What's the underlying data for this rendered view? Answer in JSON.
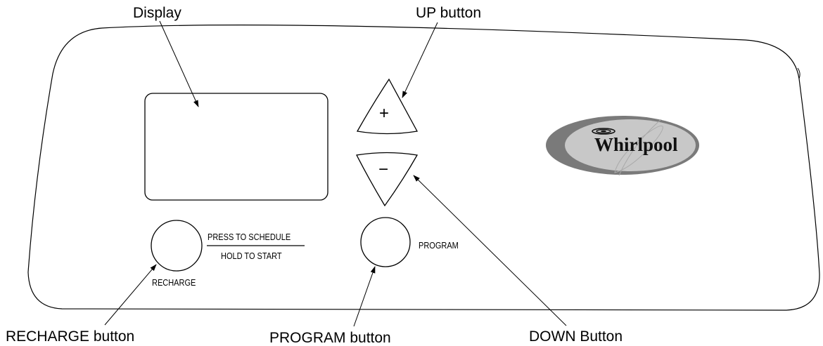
{
  "callouts": {
    "display": "Display",
    "up_button": "UP button",
    "recharge_button": "RECHARGE button",
    "program_button": "PROGRAM button",
    "down_button": "DOWN Button"
  },
  "panel": {
    "recharge_label": "RECHARGE",
    "press_to_schedule": "PRESS TO SCHEDULE",
    "hold_to_start": "HOLD TO START",
    "program_label": "PROGRAM",
    "up_symbol": "+",
    "down_symbol": "−"
  },
  "logo": {
    "text": "Whirlpool"
  },
  "icons": {
    "up": "plus-triangle-icon",
    "down": "minus-triangle-icon",
    "logo": "whirlpool-swirl-icon"
  },
  "colors": {
    "line": "#000000",
    "logo_outer": "#7a7a7a",
    "logo_inner": "#c8c8c8"
  }
}
